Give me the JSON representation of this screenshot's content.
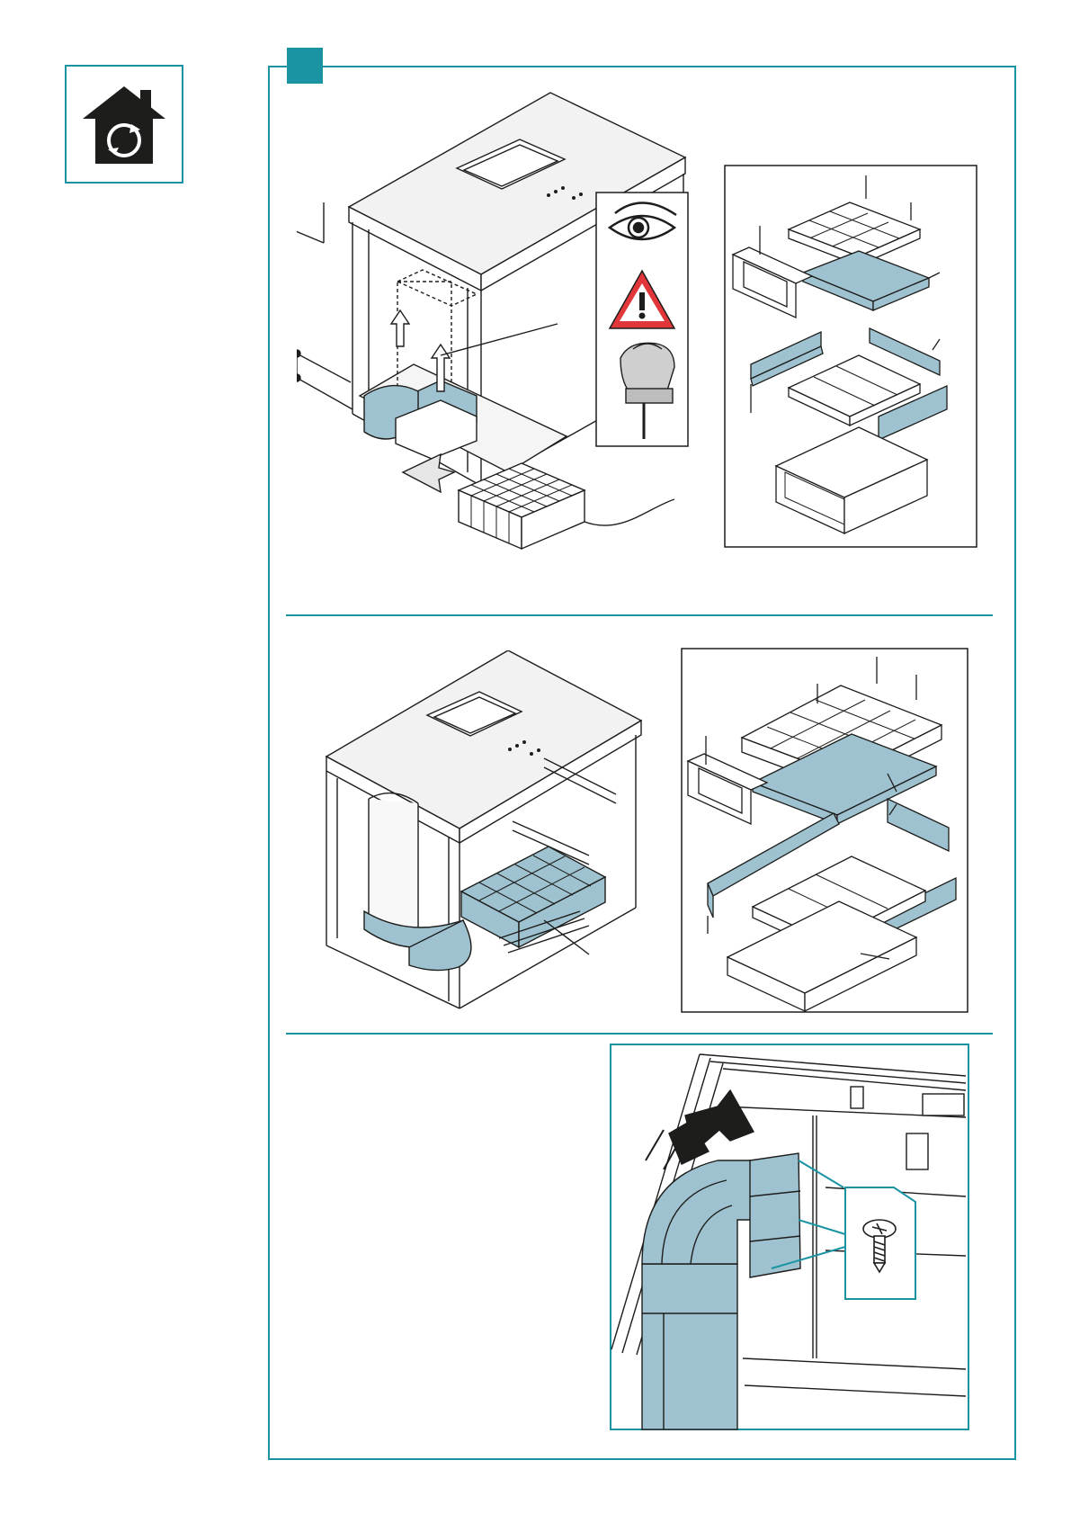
{
  "page": {
    "background": "#ffffff"
  },
  "colors": {
    "teal": "#1a93a3",
    "duct_blue": "#9fc2d0",
    "line": "#1d1d1b",
    "warning_red": "#e1363a"
  },
  "icons": {
    "mode_badge": "house-recirculation-icon",
    "step_marker": "teal-square-marker",
    "inspect": "eye-icon",
    "warning": "warning-triangle-icon",
    "tool": "jigsaw-icon",
    "fastener": "screw-icon"
  },
  "sections": [
    {
      "id": "top",
      "illustration": "cabinet-cutout-with-filter-unit",
      "detail": "filter-box-exploded-view"
    },
    {
      "id": "middle",
      "illustration": "filter-unit-installed-in-plinth",
      "detail": "wide-filter-box-exploded-view"
    },
    {
      "id": "bottom",
      "illustration": "duct-screwed-to-cabinet-detail"
    }
  ]
}
